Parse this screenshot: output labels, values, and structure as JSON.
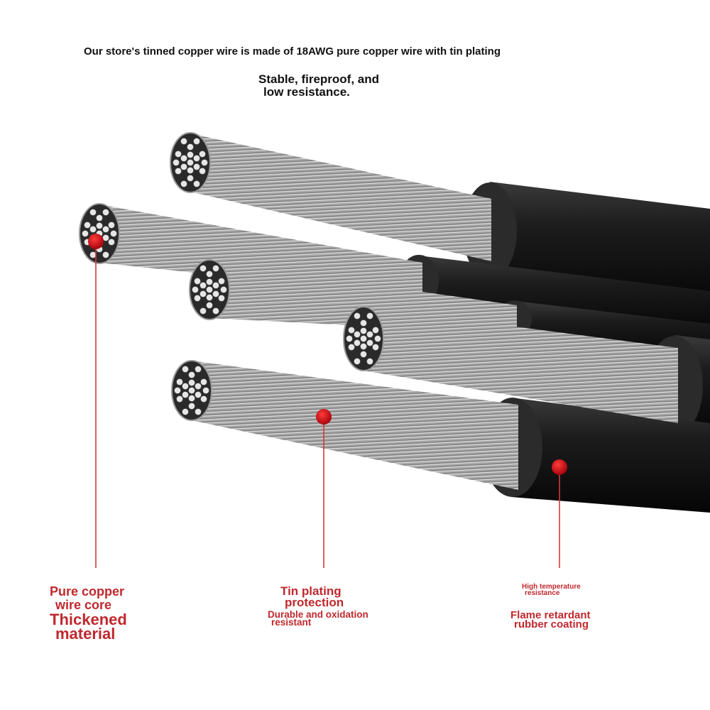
{
  "header": {
    "headline": "Our store's tinned copper wire is made of 18AWG pure copper wire with tin plating",
    "subline_1": "Stable, fireproof, and",
    "subline_2": "low resistance."
  },
  "callouts": {
    "core": {
      "line_1": "Pure copper",
      "line_2": "wire core",
      "line_3": "Thickened",
      "line_4": "material"
    },
    "tin": {
      "line_1": "Tin plating",
      "line_2": "protection",
      "line_3": "Durable and oxidation",
      "line_4": "resistant"
    },
    "coating": {
      "line_1": "High temperature",
      "line_2": "resistance",
      "line_3": "Flame retardant",
      "line_4": "rubber coating"
    }
  },
  "colors": {
    "accent_red": "#c8101a",
    "label_red": "#c0282d",
    "insulation": "#1a1a1a",
    "strand_silver": "#c9c9c9"
  },
  "icons": [
    "callout-dot-icon",
    "strand-end-icon"
  ]
}
